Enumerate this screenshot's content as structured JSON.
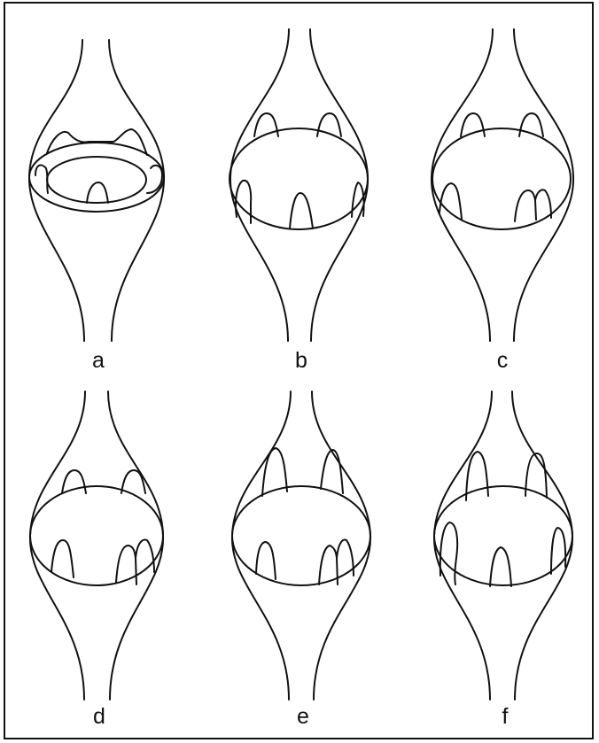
{
  "figure": {
    "panel_labels": [
      "a",
      "b",
      "c",
      "d",
      "e",
      "f"
    ],
    "panels": [
      {
        "label": "a",
        "variant": "a"
      },
      {
        "label": "b",
        "variant": "b"
      },
      {
        "label": "c",
        "variant": "c"
      },
      {
        "label": "d",
        "variant": "d"
      },
      {
        "label": "e",
        "variant": "e"
      },
      {
        "label": "f",
        "variant": "f"
      }
    ]
  }
}
